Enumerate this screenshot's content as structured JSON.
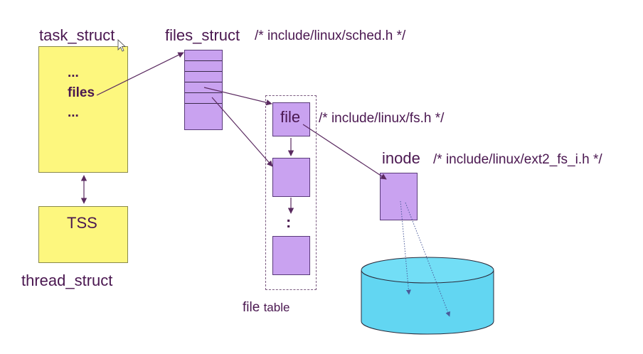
{
  "labels": {
    "task_struct": "task_struct",
    "files_struct": "files_struct",
    "files_struct_comment": "/* include/linux/sched.h */",
    "dots_top": "...",
    "files_field": "files",
    "dots_bottom": "...",
    "tss": "TSS",
    "thread_struct": "thread_struct",
    "file": "file",
    "file_comment": "/* include/linux/fs.h */",
    "vertical_ellipsis": ":",
    "file_table_1": "file",
    "file_table_2": "table",
    "inode": "inode",
    "inode_comment": "/* include/linux/ext2_fs_i.h */"
  },
  "colors": {
    "text": "#4a1750",
    "struct_fill": "#fdf77e",
    "object_fill": "#c9a2f0",
    "disk_fill": "#62d6f2",
    "arrow": "#5a2a60"
  },
  "icons": [
    "mouse-cursor-icon",
    "disk-cylinder-icon"
  ]
}
